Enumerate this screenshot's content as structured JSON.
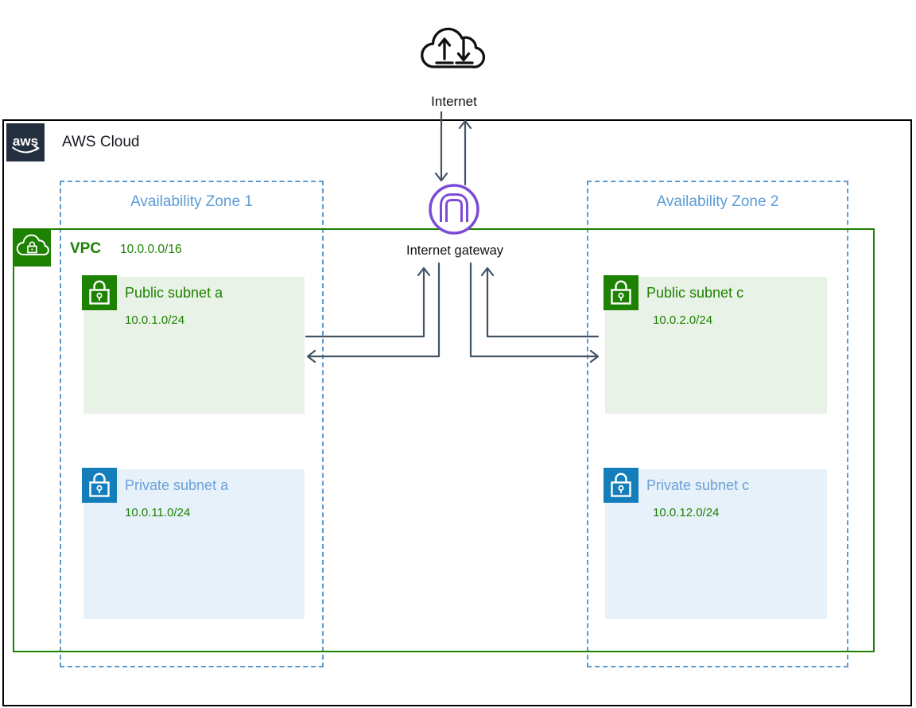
{
  "colors": {
    "green": "#1D8102",
    "green_bg": "#E9F2E6",
    "blue": "#147EBA",
    "blue_bg": "#E7F1F9",
    "private_text": "#6CA1D8",
    "az_blue": "#5B9CD6",
    "az_border": "#5C9BD1",
    "purple": "#7D4AD4",
    "arrow": "#435363",
    "navy": "#232F3E"
  },
  "internet": {
    "label": "Internet"
  },
  "internet_gateway": {
    "label": "Internet gateway"
  },
  "aws_cloud": {
    "label": "AWS Cloud",
    "logo_text": "aws"
  },
  "vpc": {
    "label": "VPC",
    "cidr": "10.0.0.0/16"
  },
  "availability_zones": [
    {
      "label": "Availability Zone 1"
    },
    {
      "label": "Availability Zone 2"
    }
  ],
  "subnets": [
    {
      "name": "Public subnet a",
      "cidr": "10.0.1.0/24",
      "type": "public"
    },
    {
      "name": "Private subnet a",
      "cidr": "10.0.11.0/24",
      "type": "private"
    },
    {
      "name": "Public subnet c",
      "cidr": "10.0.2.0/24",
      "type": "public"
    },
    {
      "name": "Private subnet c",
      "cidr": "10.0.12.0/24",
      "type": "private"
    }
  ]
}
